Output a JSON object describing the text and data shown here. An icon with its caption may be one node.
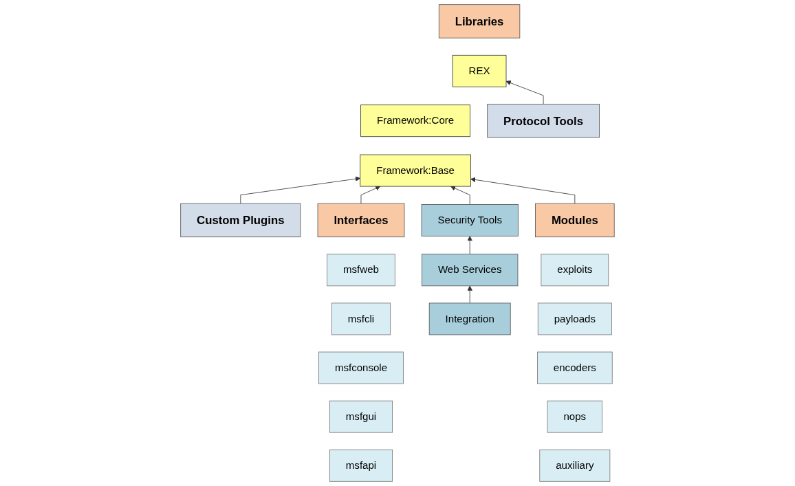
{
  "diagram": {
    "nodes": [
      {
        "text": [
          "Libraries"
        ]
      },
      {
        "text": [
          "Custom Plugins"
        ]
      },
      {
        "text": [
          "Protocol Tools"
        ]
      },
      {
        "text": [
          "REX"
        ]
      },
      {
        "text": [
          "Framework:Core"
        ]
      },
      {
        "text": [
          "Framework:Base"
        ]
      },
      {
        "text": [
          "Interfaces"
        ]
      },
      {
        "text": [
          "Security Tools"
        ]
      },
      {
        "text": [
          "Modules"
        ]
      },
      {
        "text": [
          "msfweb"
        ]
      },
      {
        "text": [
          "msfcli"
        ]
      },
      {
        "text": [
          "msfconsole"
        ]
      },
      {
        "text": [
          "msfgui"
        ]
      },
      {
        "text": [
          "msfapi"
        ]
      },
      {
        "text": [
          "Web Services"
        ]
      },
      {
        "text": [
          "Integration"
        ]
      },
      {
        "text": [
          "exploits"
        ]
      },
      {
        "text": [
          "payloads"
        ]
      },
      {
        "text": [
          "encoders"
        ]
      },
      {
        "text": [
          "nops"
        ]
      },
      {
        "text": [
          "auxiliary"
        ]
      }
    ],
    "edges": [
      {
        "from": 1,
        "to": 5,
        "arrow": "to"
      },
      {
        "from": 2,
        "to": 3,
        "arrow": "to"
      },
      {
        "from": 6,
        "to": 5,
        "arrow": "to"
      },
      {
        "from": 7,
        "to": 5,
        "arrow": "to"
      },
      {
        "from": 8,
        "to": 5,
        "arrow": "to"
      },
      {
        "from": 14,
        "to": 7,
        "arrow": "to"
      },
      {
        "from": 15,
        "to": 14,
        "arrow": "to"
      }
    ]
  }
}
